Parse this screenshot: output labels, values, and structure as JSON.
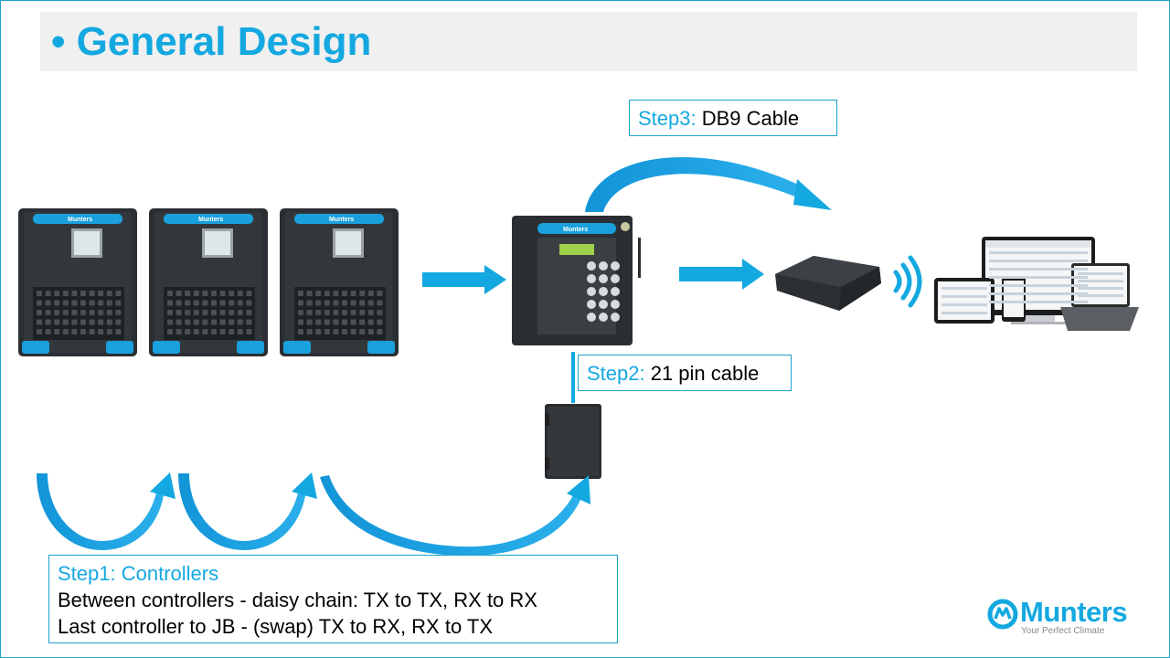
{
  "slide": {
    "title": "• General Design"
  },
  "steps": {
    "step1": {
      "label": "Step1: Controllers",
      "line1": "Between controllers - daisy chain: TX to TX, RX to RX",
      "line2": "Last controller to JB - (swap) TX to RX, RX to TX"
    },
    "step2": {
      "label": "Step2:",
      "text": " 21 pin cable"
    },
    "step3": {
      "label": "Step3:",
      "text": " DB9 Cable"
    }
  },
  "devices": {
    "controller_brand": "Munters",
    "communicator_brand": "Munters"
  },
  "logo": {
    "name": "Munters",
    "tagline": "Your Perfect Climate"
  },
  "colors": {
    "accent": "#14a8e0",
    "border": "#1aa3c8",
    "title_bar": "#f0f0f0",
    "device_dark": "#2b2f33"
  },
  "icons": [
    "controller-device",
    "communicator-device",
    "junction-box",
    "gateway-device",
    "wireless-signal-icon",
    "devices-cluster",
    "munters-logo-icon"
  ]
}
